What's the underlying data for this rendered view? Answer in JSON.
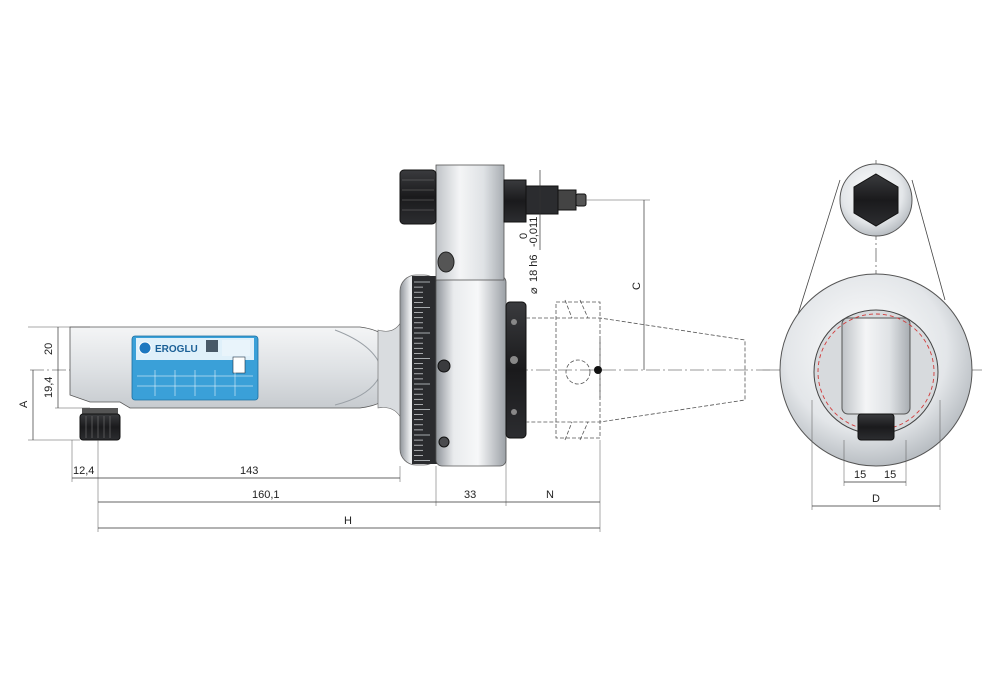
{
  "drawing": {
    "brand_label": "EROGLU",
    "colors": {
      "label_blue": "#3aa0d8",
      "metal_light": "#e8eaec",
      "metal_dark": "#1f1f22",
      "section_red": "#d23a3a"
    },
    "dimensions": {
      "d20": "20",
      "d19_4": "19,4",
      "dA": "A",
      "d12_4": "12,4",
      "d143": "143",
      "d160_1": "160,1",
      "d33": "33",
      "dN": "N",
      "dH": "H",
      "dC": "C",
      "dia_prefix": "⌀",
      "dia_value": "18 h6",
      "tol_upper": "0",
      "tol_lower": "-0,011",
      "d15_left": "15",
      "d15_right": "15",
      "dD": "D"
    }
  }
}
